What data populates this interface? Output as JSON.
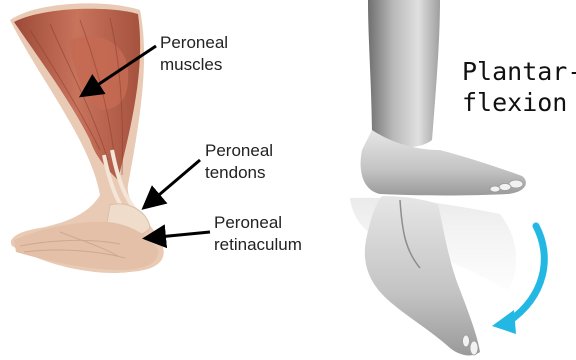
{
  "labels": {
    "muscles": "Peroneal\nmuscles",
    "tendons": "Peroneal\ntendons",
    "retinaculum": "Peroneal\nretinaculum"
  },
  "motion_title": "Plantar-\nflexion",
  "colors": {
    "muscle_red": "#b85a45",
    "skin": "#e8c8b2",
    "tendon": "#f1e3d6",
    "foot_gray": "#bdbdbd",
    "motion_arrow": "#22b8e3",
    "label_arrow": "#000000"
  },
  "icons": {
    "label_arrow": "straight-arrow",
    "motion_arrow": "curved-arrow"
  }
}
